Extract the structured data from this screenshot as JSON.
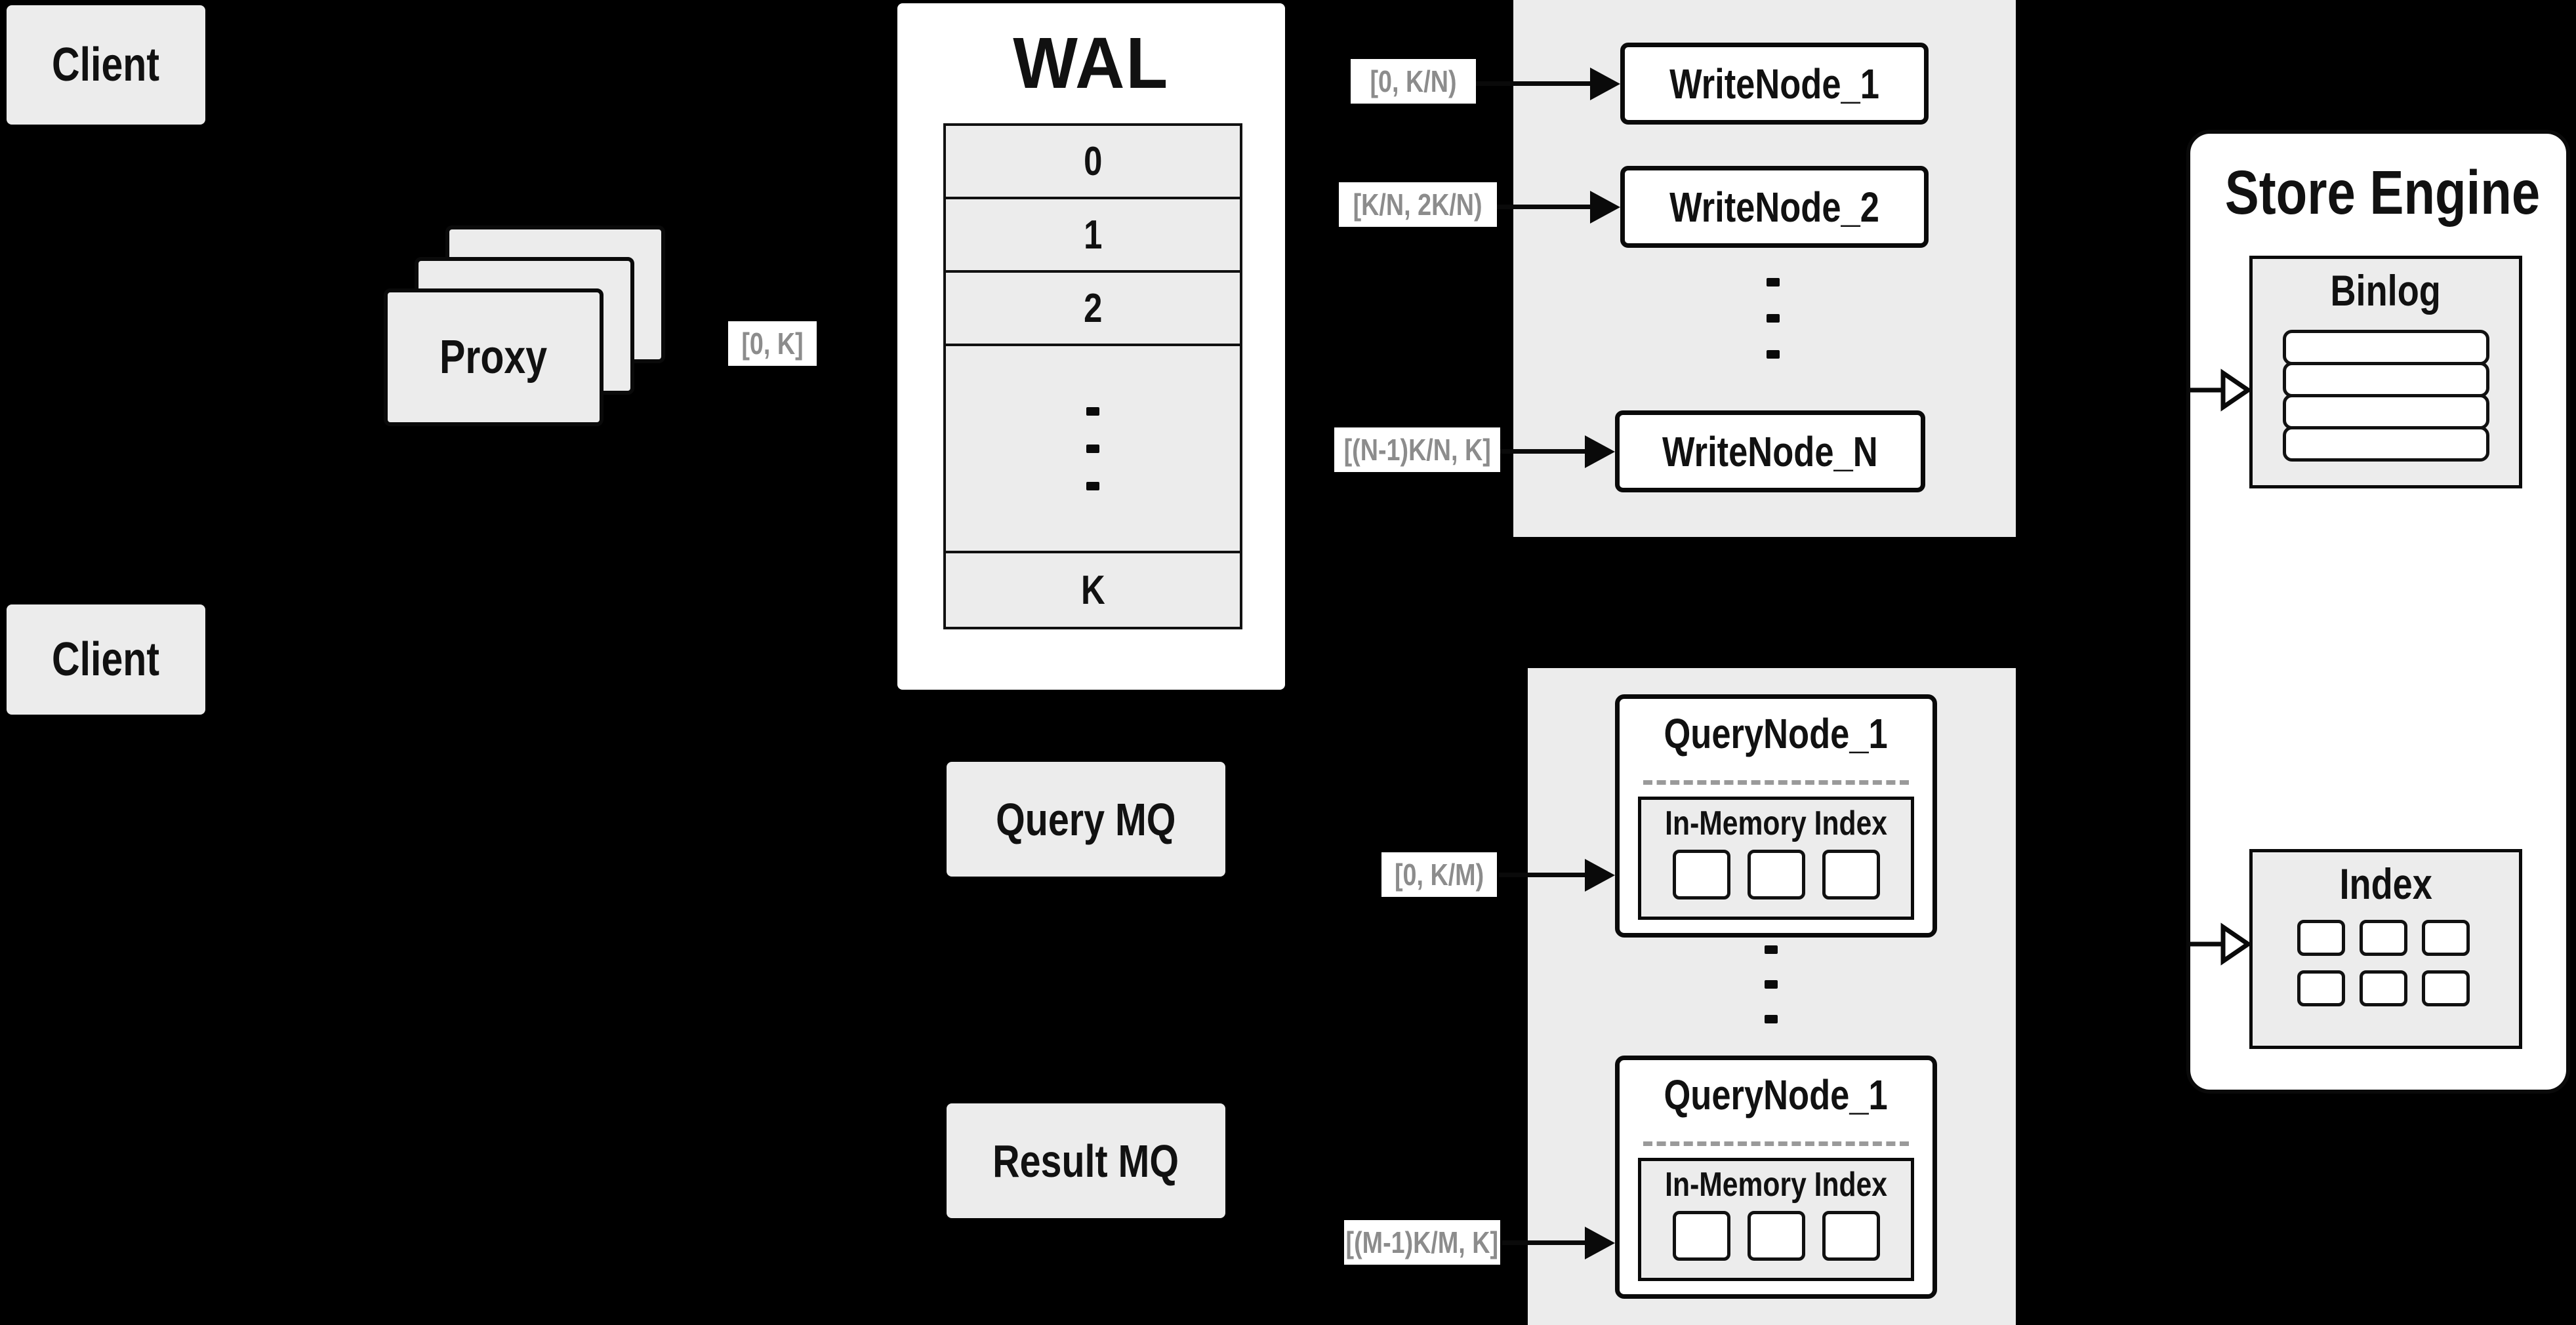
{
  "colors": {
    "background": "#000000",
    "panel_gray": "#ececec",
    "white": "#ffffff",
    "ink": "#111111",
    "edge_label_text": "#8c8c8c",
    "divider_dash": "#9a9a9a"
  },
  "clients": [
    {
      "label": "Client"
    },
    {
      "label": "Client"
    }
  ],
  "proxy": {
    "label": "Proxy"
  },
  "wal": {
    "title": "WAL",
    "segments": [
      "0",
      "1",
      "2"
    ],
    "last_segment": "K"
  },
  "edge_labels": {
    "proxy_to_wal": "[0, K]",
    "wal_to_write_1": "[0, K/N)",
    "wal_to_write_2": "[K/N, 2K/N)",
    "wal_to_write_n": "[(N-1)K/N, K]",
    "query_to_node_first": "[0, K/M)",
    "query_to_node_last": "[(M-1)K/M, K]"
  },
  "write_group": {
    "nodes": [
      {
        "label": "WriteNode_1"
      },
      {
        "label": "WriteNode_2"
      },
      {
        "label": "WriteNode_N"
      }
    ]
  },
  "store_engine": {
    "title": "Store Engine",
    "binlog": {
      "title": "Binlog",
      "rows": 4
    },
    "index": {
      "title": "Index",
      "cells": 6
    }
  },
  "mq": {
    "query_label": "Query MQ",
    "result_label": "Result MQ"
  },
  "query_group": {
    "nodes": [
      {
        "title": "QueryNode_1",
        "inner_title": "In-Memory Index",
        "cells": 3
      },
      {
        "title": "QueryNode_1",
        "inner_title": "In-Memory Index",
        "cells": 3
      }
    ]
  }
}
